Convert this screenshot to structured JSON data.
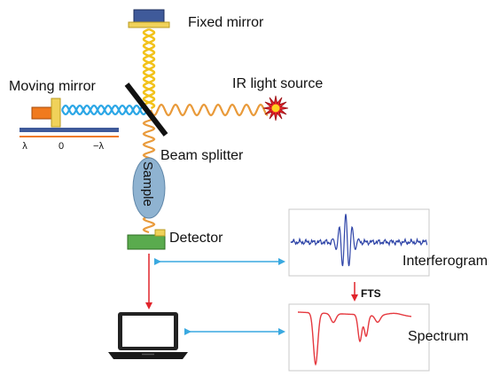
{
  "labels": {
    "fixed_mirror": "Fixed mirror",
    "moving_mirror": "Moving mirror",
    "ir_source": "IR light source",
    "beam_splitter": "Beam splitter",
    "sample": "Sample",
    "detector": "Detector",
    "interferogram": "Interferogram",
    "fts": "FTS",
    "spectrum": "Spectrum"
  },
  "scale_ticks": [
    "λ",
    "0",
    "−λ"
  ],
  "colors": {
    "yellow_beam": "#f2c21a",
    "orange_beam": "#e99a3a",
    "blue_beam": "#2aa6e6",
    "interferogram_trace": "#2f45a8",
    "spectrum_trace": "#e5393f",
    "arrow_red": "#e1242b",
    "arrow_blue": "#3aa9e0",
    "sample_fill": "#8fb3d1",
    "detector_fill": "#5aab4e"
  },
  "icons": [
    "laptop-icon",
    "ir-star-icon"
  ]
}
